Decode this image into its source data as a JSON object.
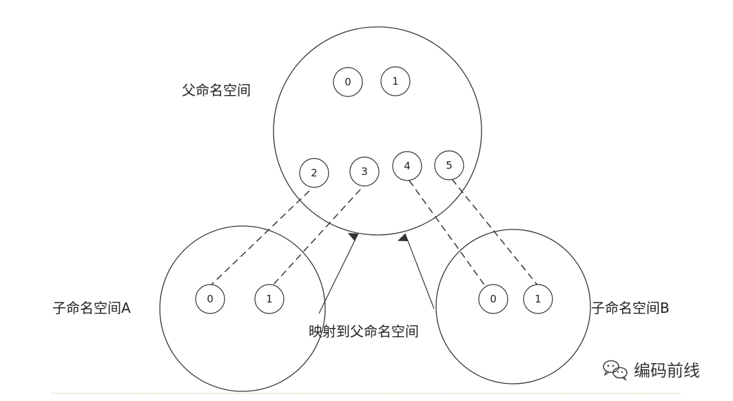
{
  "parent": {
    "label": "父命名空间",
    "nodes": [
      "0",
      "1",
      "2",
      "3",
      "4",
      "5"
    ]
  },
  "child_a": {
    "label": "子命名空间A",
    "nodes": [
      "0",
      "1"
    ]
  },
  "child_b": {
    "label": "子命名空间B",
    "nodes": [
      "0",
      "1"
    ]
  },
  "mapping_label": "映射到父命名空间",
  "watermark": {
    "text": "编码前线",
    "icon": "wechat-icon"
  }
}
